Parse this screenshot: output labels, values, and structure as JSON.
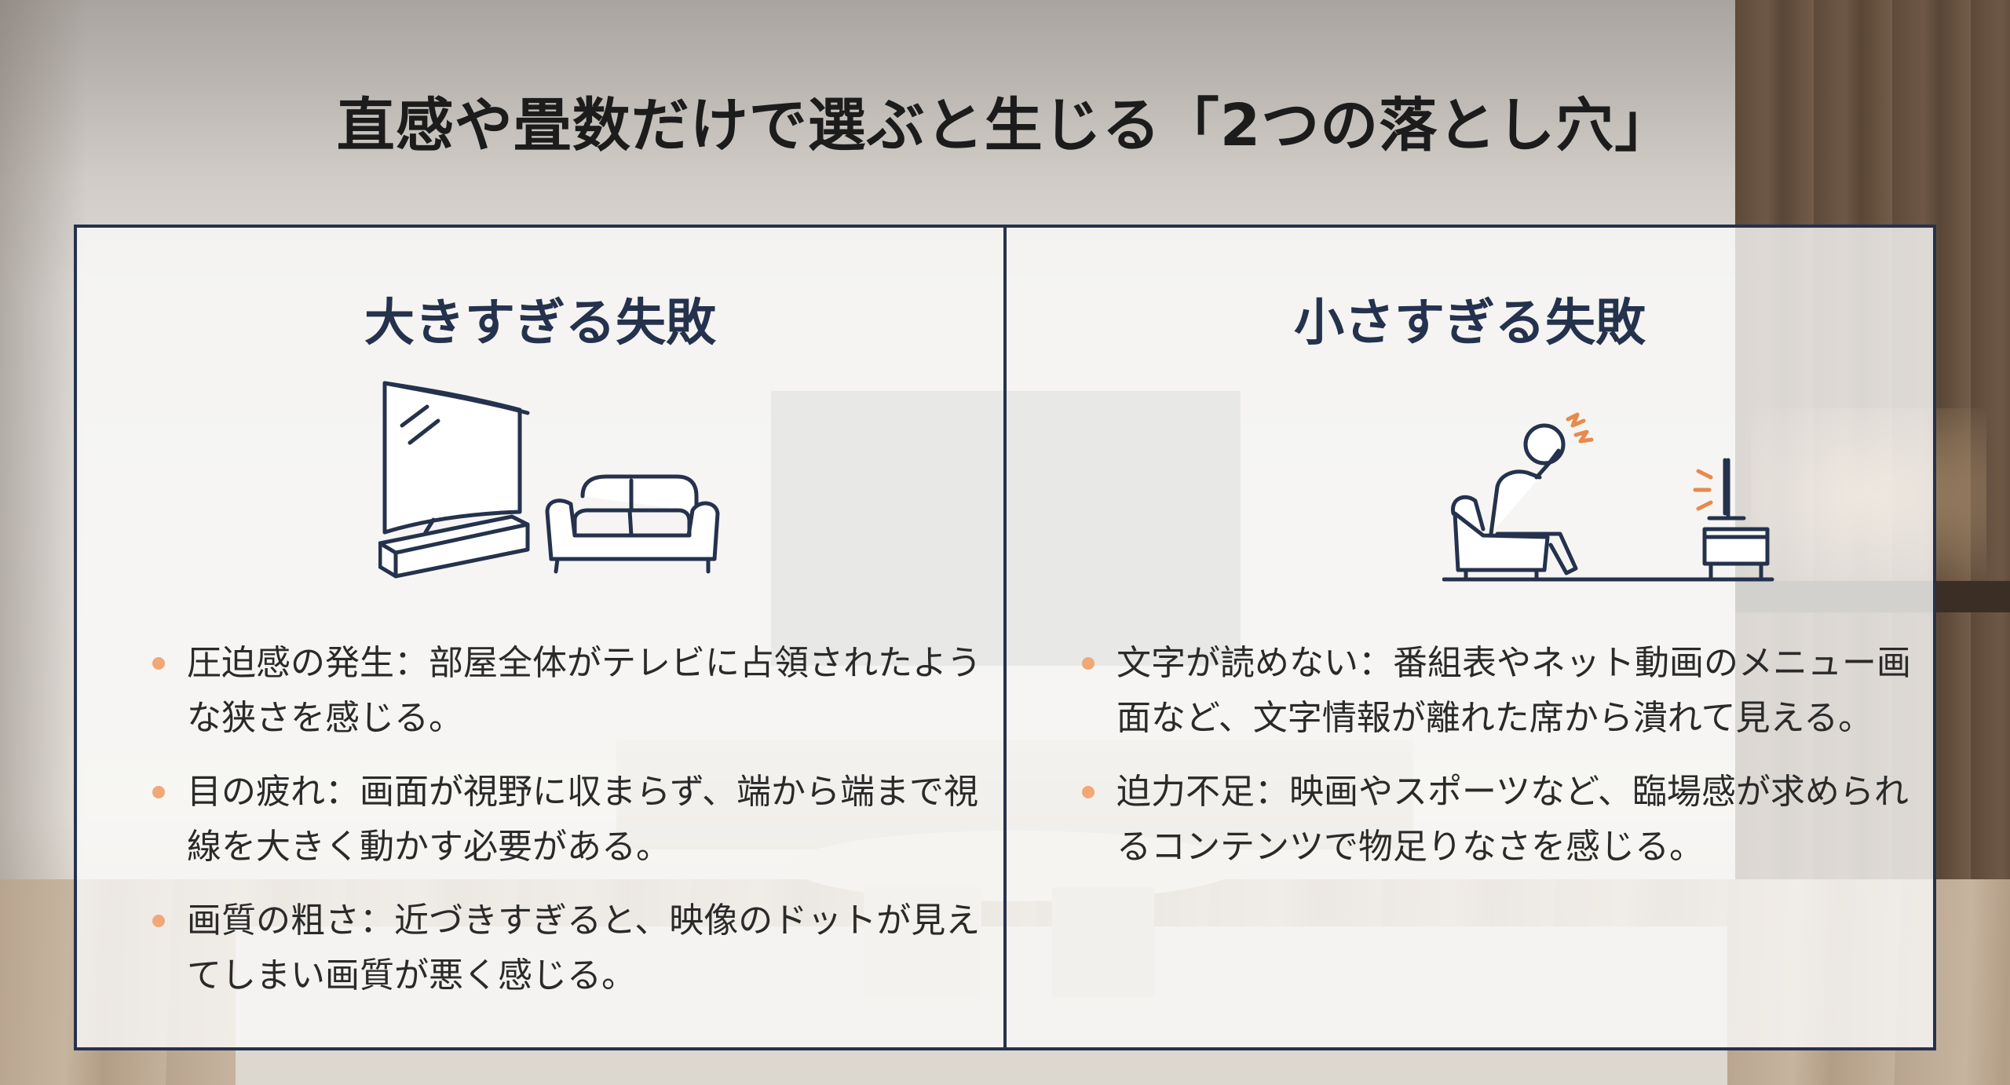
{
  "title": "直感や畳数だけで選ぶと生じる「2つの落とし穴」",
  "colors": {
    "navy": "#25324d",
    "bullet": "#f0a876",
    "accent_orange": "#e8894d"
  },
  "panels": [
    {
      "heading": "大きすぎる失敗",
      "illustration": "large-curved-tv-and-sofa-illustration",
      "bullets": [
        {
          "label": "圧迫感の発生",
          "text": "圧迫感の発生：部屋全体がテレビに占領されたような狭さを感じる。"
        },
        {
          "label": "目の疲れ",
          "text": "目の疲れ：画面が視野に収まらず、端から端まで視線を大きく動かす必要がある。"
        },
        {
          "label": "画質の粗さ",
          "text": "画質の粗さ：近づきすぎると、映像のドットが見えてしまい画質が悪く感じる。"
        }
      ]
    },
    {
      "heading": "小さすぎる失敗",
      "illustration": "squinting-person-small-tv-illustration",
      "bullets": [
        {
          "label": "文字が読めない",
          "text": "文字が読めない：番組表やネット動画のメニュー画面など、文字情報が離れた席から潰れて見える。"
        },
        {
          "label": "迫力不足",
          "text": "迫力不足：映画やスポーツなど、臨場感が求められるコンテンツで物足りなさを感じる。"
        }
      ]
    }
  ]
}
